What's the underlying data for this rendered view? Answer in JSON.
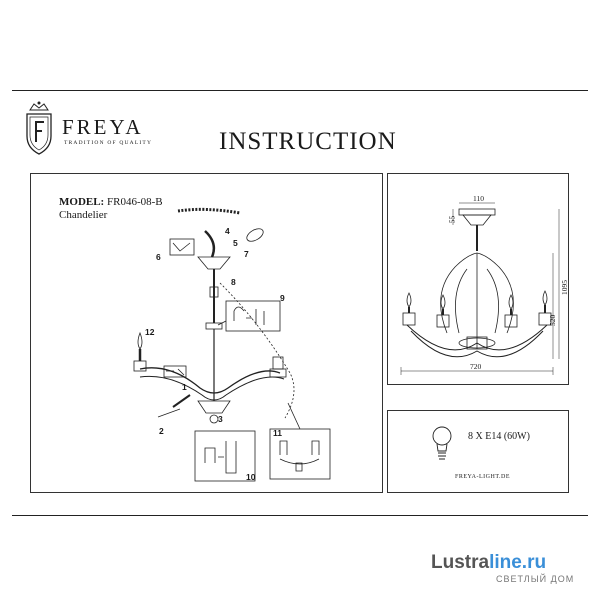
{
  "brand": {
    "name": "FREYA",
    "tagline": "TRADITION OF QUALITY"
  },
  "document": {
    "title": "INSTRUCTION"
  },
  "product": {
    "model_label": "MODEL:",
    "model_code": "FR046-08-B",
    "type": "Chandelier"
  },
  "steps": [
    "1",
    "2",
    "3",
    "4",
    "5",
    "6",
    "7",
    "8",
    "9",
    "10",
    "11",
    "12"
  ],
  "dimensions": {
    "canopy_width": "110",
    "canopy_height": "55",
    "total_height": "1095",
    "body_height": "520",
    "diameter": "720"
  },
  "spec": {
    "lamps": "8 X E14 (60W)",
    "website": "FREYA-LIGHT.DE"
  },
  "watermark": {
    "brand_main": "Lustra",
    "brand_accent": "line.ru",
    "subtitle": "СВЕТЛЫЙ ДОМ"
  }
}
